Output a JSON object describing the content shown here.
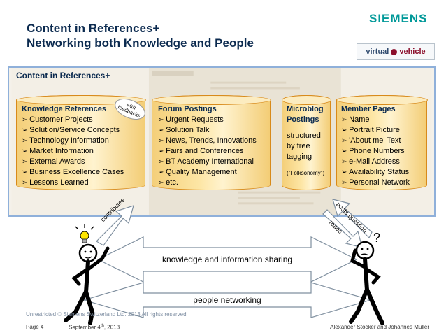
{
  "header": {
    "title_line1": "Content in References+",
    "title_line2": "Networking both Knowledge and People",
    "siemens_logo": "SIEMENS",
    "vv_logo_part1": "virtual",
    "vv_logo_part2": "vehicle"
  },
  "panel": {
    "title": "Content in References+",
    "cylinders": [
      {
        "heading": "Knowledge References",
        "items": [
          "Customer Projects",
          "Solution/Service Concepts",
          "Technology Information",
          "Market Information",
          "External Awards",
          "Business Excellence Cases",
          "Lessons Learned"
        ]
      },
      {
        "heading": "Forum Postings",
        "items": [
          "Urgent Requests",
          "Solution Talk",
          "News, Trends, Innovations",
          "Fairs and Conferences",
          "BT Academy International",
          "Quality Management",
          "etc."
        ]
      },
      {
        "heading_line1": "Microblog",
        "heading_line2": "Postings",
        "text_lines": [
          "structured",
          "by free",
          "tagging"
        ],
        "note": "(\"Folksonomy\")"
      },
      {
        "heading": "Member Pages",
        "items": [
          "Name",
          "Portrait Picture",
          "'About me' Text",
          "Phone Numbers",
          "e-Mail Address",
          "Availability Status",
          "Personal Network"
        ]
      }
    ],
    "feedback_oval_line1": "with",
    "feedback_oval_line2": "feedbacks"
  },
  "arrows": {
    "contributes": "contributes",
    "posts_question": "posts question",
    "reads": "reads",
    "question_mark": "?"
  },
  "bands": {
    "knowledge": "knowledge and information sharing",
    "people": "people networking"
  },
  "footer": {
    "copyright": "Unrestricted © Siemens Switzerland Ltd. 2013 All rights reserved.",
    "page": "Page 4",
    "date_main": "September 4",
    "date_sup": "th",
    "date_year": ", 2013",
    "authors": "Alexander Stocker and Johannes Müller"
  },
  "colors": {
    "title": "#0b2a4f",
    "siemens": "#009999",
    "panel_border": "#8fb0da",
    "cylinder_fill": "#fde6a5",
    "cylinder_border": "#d88a1a",
    "band_fill": "#ffffff",
    "band_border": "#7f8f9f"
  }
}
